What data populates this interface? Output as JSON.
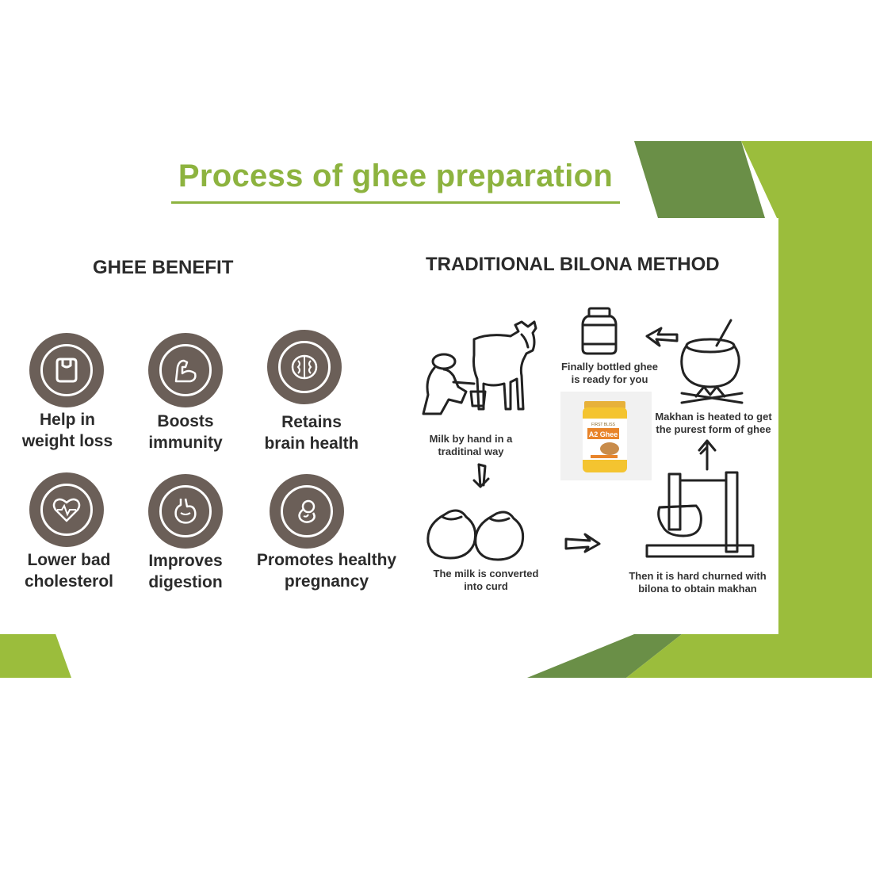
{
  "title": "Process of ghee preparation",
  "colors": {
    "title_green": "#8db33f",
    "rule_green": "#8db33f",
    "light_green": "#9bbd3c",
    "dark_green": "#6a8f47",
    "circle_brown": "#6b5f58",
    "card_white": "#ffffff"
  },
  "benefits": {
    "heading": "GHEE BENEFIT",
    "items": [
      {
        "label": "Help in\nweight loss",
        "icon": "weight-scale-icon"
      },
      {
        "label": "Boosts\nimmunity",
        "icon": "flexed-arm-icon"
      },
      {
        "label": "Retains\nbrain health",
        "icon": "brain-icon"
      },
      {
        "label": "Lower bad\ncholesterol",
        "icon": "heart-pulse-icon"
      },
      {
        "label": "Improves\ndigestion",
        "icon": "stomach-icon"
      },
      {
        "label": "Promotes healthy\npregnancy",
        "icon": "fetus-icon"
      }
    ]
  },
  "method": {
    "heading": "TRADITIONAL BILONA METHOD",
    "steps": [
      {
        "label": "Milk by hand in a\ntraditinal way",
        "icon": "cow-milking-icon"
      },
      {
        "label": "The milk is converted\ninto curd",
        "icon": "clay-pots-icon"
      },
      {
        "label": "Then it is hard churned with\nbilona to obtain makhan",
        "icon": "bilona-churner-icon"
      },
      {
        "label": "Makhan is heated to get\nthe purest form of ghee",
        "icon": "cooking-pot-fire-icon"
      },
      {
        "label": "Finally bottled ghee\nis ready for you",
        "icon": "jar-icon"
      }
    ],
    "product": {
      "brand": "FIRST BLISS",
      "name": "A2 Ghee"
    }
  }
}
